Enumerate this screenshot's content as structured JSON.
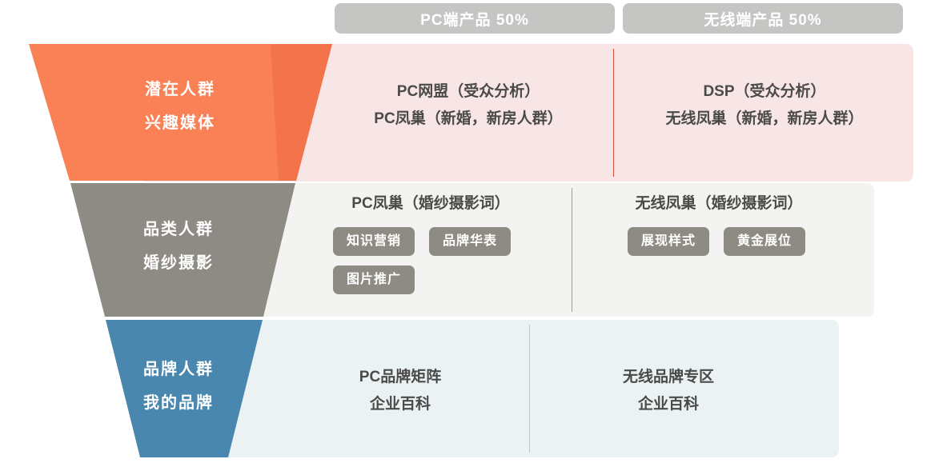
{
  "header": {
    "pills": [
      {
        "label": "PC端产品  50%"
      },
      {
        "label": "无线端产品  50%"
      }
    ]
  },
  "colors": {
    "stage_1": "#f98155",
    "stage_1_shade": "#f3744a",
    "stage_2": "#8e8a84",
    "stage_3": "#4a87ae",
    "panel_1": "#f8e6e6",
    "panel_2": "#f3f3f1",
    "panel_3": "#eaf2f4",
    "pill": "#c5c5c3",
    "divider_1": "#cf4b3c",
    "divider_2": "#9a9a96",
    "divider_3": "#a9cfdd",
    "tag": "#8e8a84",
    "text": "#4a4a48"
  },
  "stages": [
    {
      "funnel": {
        "line1": "潜在人群",
        "line2": "兴趣媒体"
      },
      "columns": [
        {
          "lines": [
            "PC网盟（受众分析）",
            "PC凤巢（新婚，新房人群）"
          ]
        },
        {
          "lines": [
            "DSP（受众分析）",
            "无线凤巢（新婚，新房人群）"
          ]
        }
      ]
    },
    {
      "funnel": {
        "line1": "品类人群",
        "line2": "婚纱摄影"
      },
      "columns": [
        {
          "heading": "PC凤巢（婚纱摄影词）",
          "tags": [
            "知识营销",
            "品牌华表",
            "图片推广"
          ]
        },
        {
          "heading": "无线凤巢（婚纱摄影词）",
          "tags": [
            "展现样式",
            "黄金展位"
          ]
        }
      ]
    },
    {
      "funnel": {
        "line1": "品牌人群",
        "line2": "我的品牌"
      },
      "columns": [
        {
          "lines": [
            "PC品牌矩阵",
            "企业百科"
          ]
        },
        {
          "lines": [
            "无线品牌专区",
            "企业百科"
          ]
        }
      ]
    }
  ]
}
